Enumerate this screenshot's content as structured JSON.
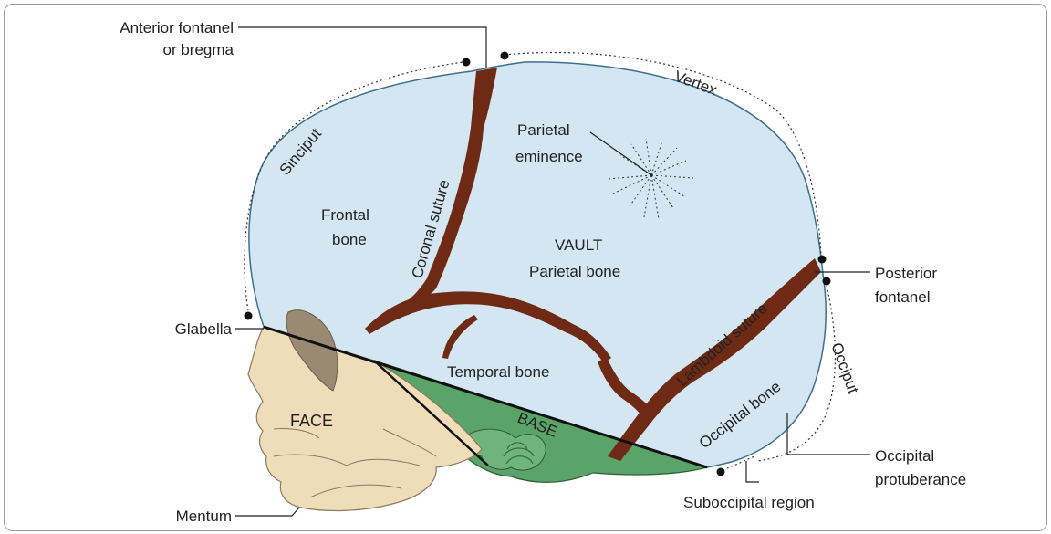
{
  "colors": {
    "bone_fill": "#d3e6f1",
    "bone_stroke": "#3f6f8e",
    "suture": "#6e2a14",
    "base_fill": "#5aa46a",
    "face_fill": "#efdcb8",
    "face_stroke": "#8a7a5e",
    "line": "#222222"
  },
  "labels": {
    "anterior_fontanel_line1": "Anterior fontanel",
    "anterior_fontanel_line2": "or bregma",
    "vertex": "Vertex",
    "sinciput": "Sinciput",
    "parietal_eminence_line1": "Parietal",
    "parietal_eminence_line2": "eminence",
    "frontal_bone_line1": "Frontal",
    "frontal_bone_line2": "bone",
    "coronal_suture": "Coronal suture",
    "vault_line1": "VAULT",
    "vault_line2": "Parietal bone",
    "posterior_fontanel_line1": "Posterior",
    "posterior_fontanel_line2": "fontanel",
    "lambdoid_suture": "Lambdoid suture",
    "glabella": "Glabella",
    "temporal_bone": "Temporal bone",
    "occipital_bone": "Occipital bone",
    "occiput": "Occiput",
    "face": "FACE",
    "base": "BASE",
    "occipital_protuberance_line1": "Occipital",
    "occipital_protuberance_line2": "protuberance",
    "suboccipital_region": "Suboccipital region",
    "mentum": "Mentum"
  }
}
